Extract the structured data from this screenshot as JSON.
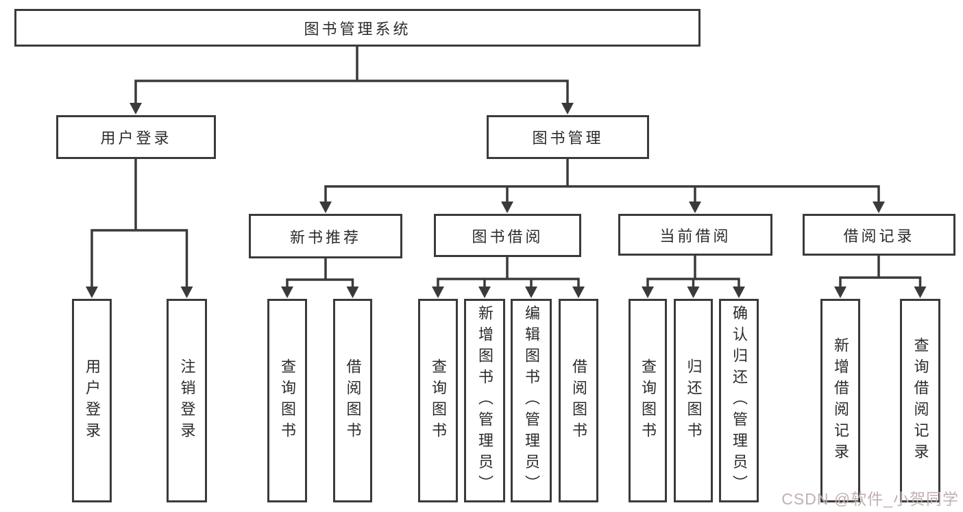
{
  "colors": {
    "line": "#3a3a3a",
    "box_border": "#3a3a3a",
    "text": "#2b2b2b",
    "background": "#ffffff",
    "watermark": "#c2b0b0"
  },
  "watermark": {
    "text": "CSDN @软件_小贺同学"
  },
  "tree": {
    "root": {
      "label": "图书管理系统"
    },
    "children": [
      {
        "label": "用户登录",
        "children": [
          {
            "label": "用户登录"
          },
          {
            "label": "注销登录"
          }
        ]
      },
      {
        "label": "图书管理",
        "children": [
          {
            "label": "新书推荐",
            "children": [
              {
                "label": "查询图书"
              },
              {
                "label": "借阅图书"
              }
            ]
          },
          {
            "label": "图书借阅",
            "children": [
              {
                "label": "查询图书"
              },
              {
                "label": "新增图书（管理员）"
              },
              {
                "label": "编辑图书（管理员）"
              },
              {
                "label": "借阅图书"
              }
            ]
          },
          {
            "label": "当前借阅",
            "children": [
              {
                "label": "查询图书"
              },
              {
                "label": "归还图书"
              },
              {
                "label": "确认归还（管理员）"
              }
            ]
          },
          {
            "label": "借阅记录",
            "children": [
              {
                "label": "新增借阅记录"
              },
              {
                "label": "查询借阅记录"
              }
            ]
          }
        ]
      }
    ]
  }
}
